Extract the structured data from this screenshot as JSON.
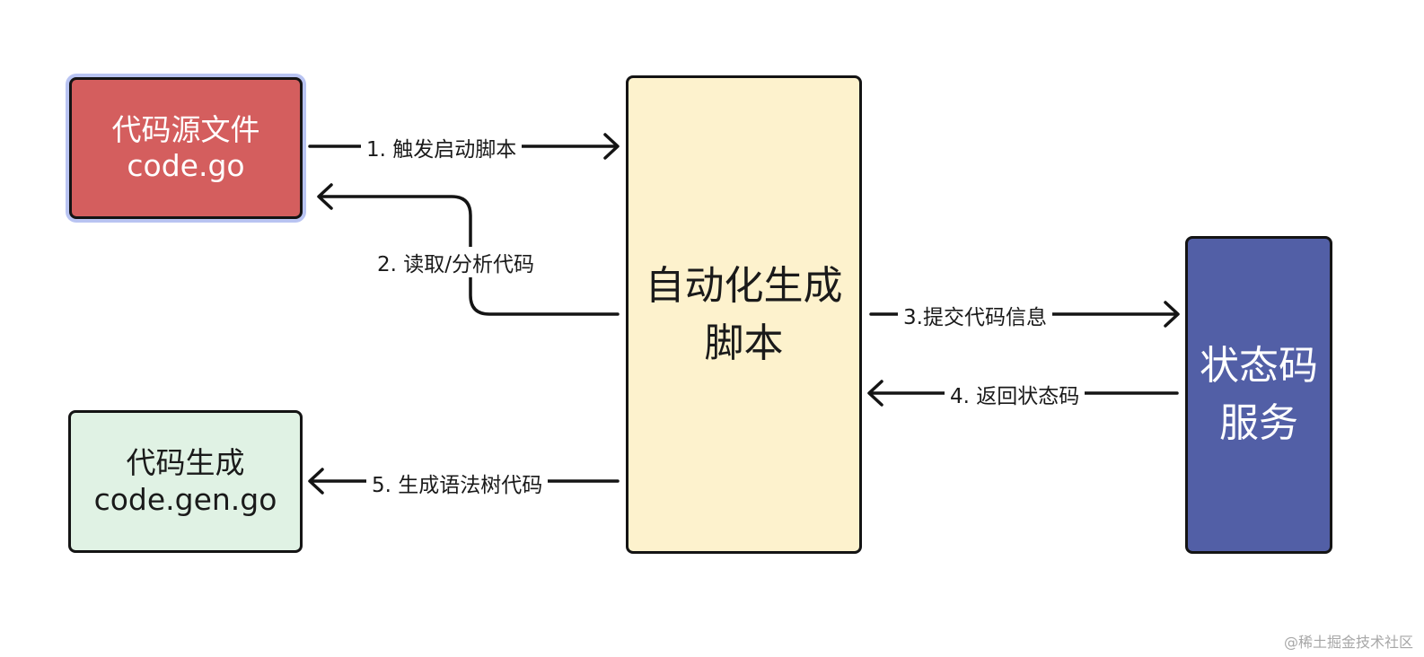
{
  "nodes": {
    "source_file": {
      "line1": "代码源文件",
      "line2": "code.go"
    },
    "generated_code": {
      "line1": "代码生成",
      "line2": "code.gen.go"
    },
    "automation_script": {
      "line1": "自动化生成",
      "line2": "脚本"
    },
    "status_service": {
      "line1": "状态码",
      "line2": "服务"
    }
  },
  "edges": {
    "e1": "1. 触发启动脚本",
    "e2": "2. 读取/分析代码",
    "e3": "3.提交代码信息",
    "e4": "4. 返回状态码",
    "e5": "5. 生成语法树代码"
  },
  "watermark": "@稀土掘金技术社区",
  "colors": {
    "source_fill": "#d45e5e",
    "generated_fill": "#e0f2e4",
    "script_fill": "#fdf2cd",
    "status_fill": "#525fa6",
    "source_highlight": "#b9c4f2",
    "stroke": "#141414"
  }
}
